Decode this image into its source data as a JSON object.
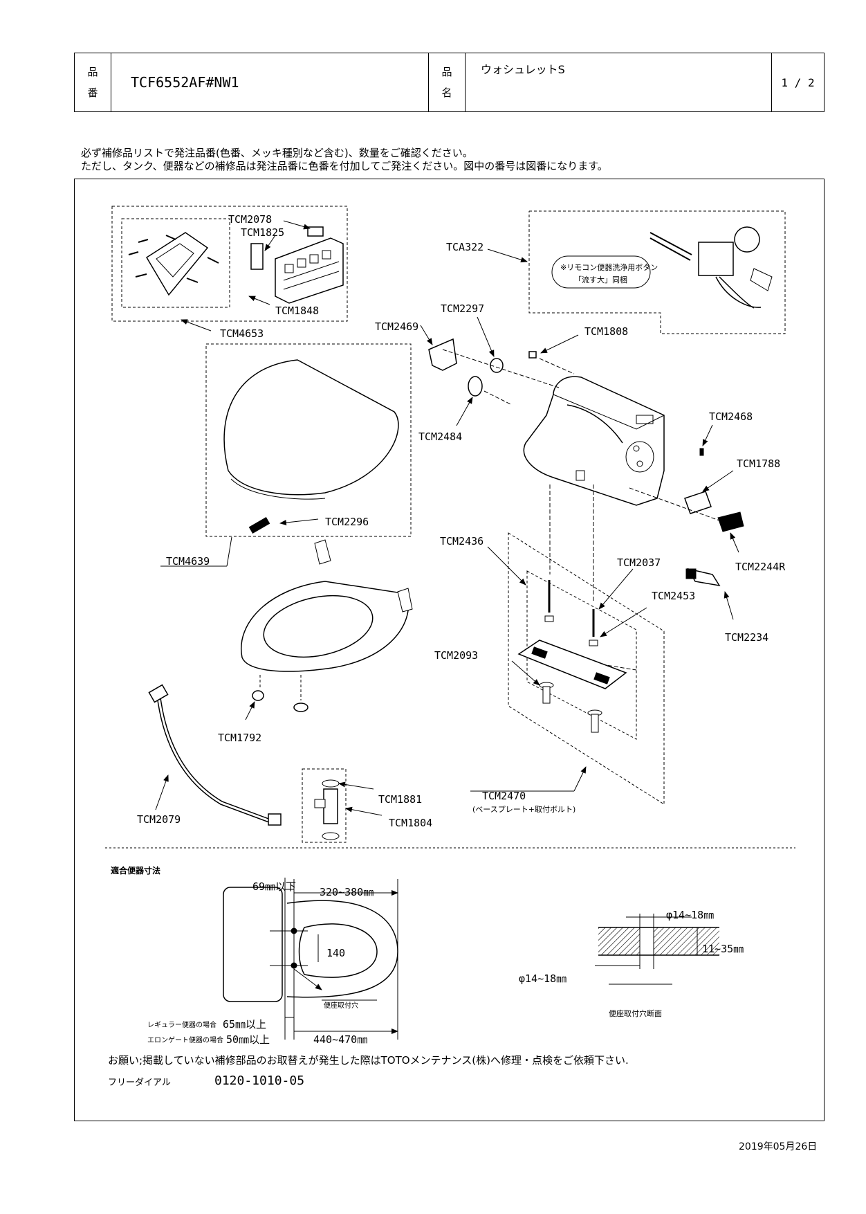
{
  "header": {
    "part_no_label_1": "品",
    "part_no_label_2": "番",
    "part_no": "TCF6552AF#NW1",
    "name_label_1": "品",
    "name_label_2": "名",
    "name": "ウォシュレットS",
    "page": "1 / 2"
  },
  "notes": {
    "line1": "必ず補修品リストで発注品番(色番、メッキ種別など含む)、数量をご確認ください。",
    "line2": "ただし、タンク、便器などの補修品は発注品番に色番を付加してご発注ください。図中の番号は図番になります。"
  },
  "parts": {
    "p_tcm2078": "TCM2078",
    "p_tcm1825": "TCM1825",
    "p_tcm1848": "TCM1848",
    "p_tcm4653": "TCM4653",
    "p_tca322": "TCA322",
    "p_tca322_note1": "※リモコン便器洗浄用ボタン",
    "p_tca322_note2": "「流す大」同梱",
    "p_tcm2297": "TCM2297",
    "p_tcm2469": "TCM2469",
    "p_tcm1808": "TCM1808",
    "p_tcm2484": "TCM2484",
    "p_tcm2468": "TCM2468",
    "p_tcm1788": "TCM1788",
    "p_tcm2296": "TCM2296",
    "p_tcm4639": "TCM4639",
    "p_tcm2436": "TCM2436",
    "p_tcm2037": "TCM2037",
    "p_tcm2244r": "TCM2244R",
    "p_tcm2453": "TCM2453",
    "p_tcm2234": "TCM2234",
    "p_tcm2093": "TCM2093",
    "p_tcm1792": "TCM1792",
    "p_tcm1881": "TCM1881",
    "p_tcm1804": "TCM1804",
    "p_tcm2079": "TCM2079",
    "p_tcm2470": "TCM2470",
    "p_tcm2470_note": "(ベースプレート+取付ボルト)"
  },
  "dimensions": {
    "title": "適合便器寸法",
    "d_69": "69㎜以下",
    "d_320_380": "320~380㎜",
    "d_140": "140",
    "mount_hole": "便座取付穴",
    "regular_label": "レギュラー便器の場合",
    "regular_value": "65㎜以上",
    "elongated_label": "エロンゲート便器の場合",
    "elongated_value": "50㎜以上",
    "d_440_470": "440~470㎜",
    "phi_top": "φ14~18㎜",
    "phi_bottom": "φ14~18㎜",
    "d_11_35": "11~35㎜",
    "section_caption": "便座取付穴断面"
  },
  "footer": {
    "request": "お願い;掲載していない補修部品のお取替えが発生した際はTOTOメンテナンス(株)へ修理・点検をご依頼下さい.",
    "freedial_label": "フリーダイアル",
    "freedial_number": "0120-1010-05",
    "date": "2019年05月26日"
  }
}
